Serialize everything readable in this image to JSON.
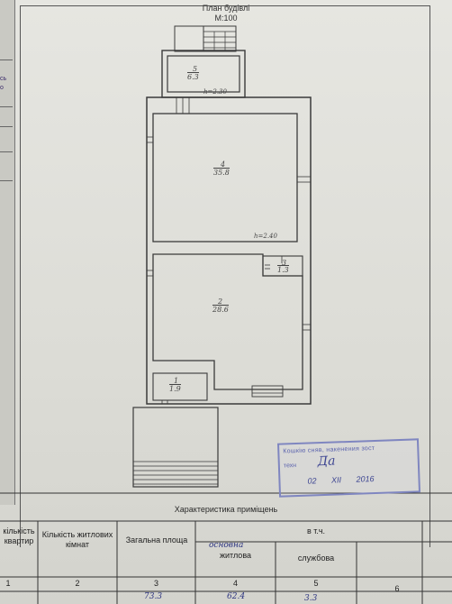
{
  "header": {
    "title": "План будівлі",
    "scale": "М:100"
  },
  "rooms": [
    {
      "num": "5",
      "area": "6.3"
    },
    {
      "num": "4",
      "area": "35.8"
    },
    {
      "num": "3",
      "area": "1.3"
    },
    {
      "num": "2",
      "area": "28.6"
    },
    {
      "num": "1",
      "area": "1.9"
    }
  ],
  "heights": {
    "upper": "h=2.30",
    "main": "h=2.40"
  },
  "left_edge": {
    "text_1": "сь",
    "text_2": "о"
  },
  "stamp": {
    "line1": "Кошкію сняв, накенения зост",
    "line2": "техн",
    "signature": "Да",
    "day": "02",
    "month": "XII",
    "year": "2016"
  },
  "table": {
    "title": "Характеристика приміщень",
    "col1": "кількість квартир",
    "col2": "Кількість житлових кімнат",
    "col3": "Загальна площа",
    "group": "в т.ч.",
    "col4_hand": "основна",
    "col4": "житлова",
    "col5": "службова",
    "nums": [
      "1",
      "2",
      "3",
      "4",
      "5",
      "6"
    ],
    "row_total": "73.3",
    "row_main": "62.4",
    "row_service": "3.3"
  },
  "colors": {
    "stamp": "#5a62ad",
    "ink": "#2b3380"
  }
}
